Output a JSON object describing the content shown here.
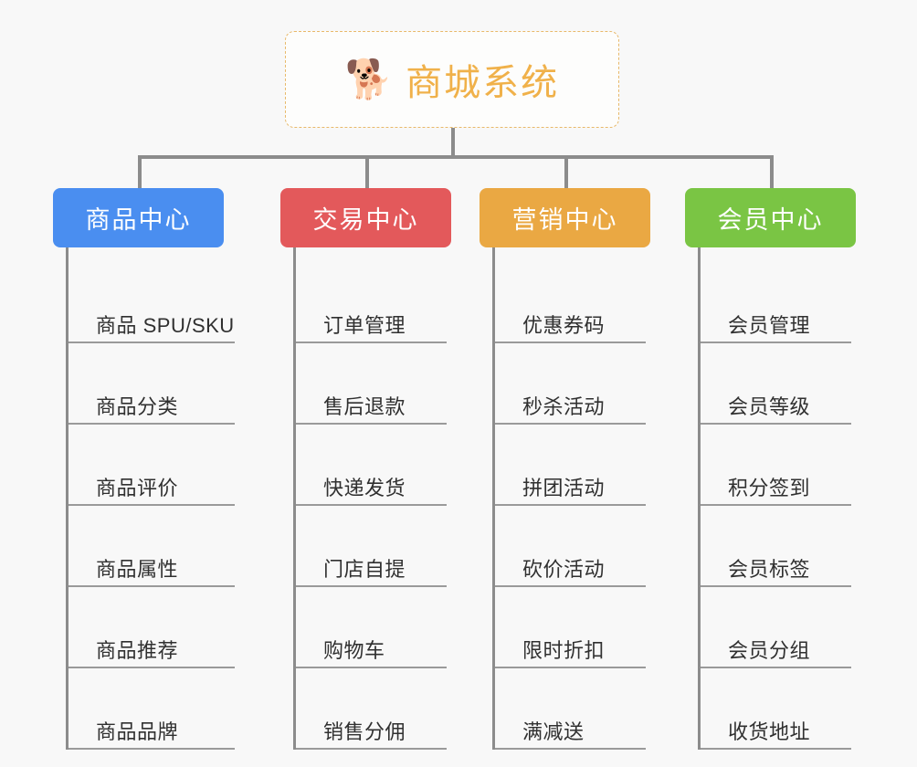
{
  "root": {
    "icon": "shiba-dog-icon",
    "emoji": "🐕",
    "title": "商城系统",
    "accent_color": "#f0b14a",
    "border_color": "#e8b96a"
  },
  "canvas": {
    "background_color": "#f8f8f8",
    "connector_color": "#8c8c8c",
    "leaf_line_color": "#9a9a9a",
    "leaf_text_color": "#303030"
  },
  "categories": [
    {
      "label": "商品中心",
      "color": "#4a8ef0",
      "items": [
        {
          "label": "商品 SPU/SKU"
        },
        {
          "label": "商品分类"
        },
        {
          "label": "商品评价"
        },
        {
          "label": "商品属性"
        },
        {
          "label": "商品推荐"
        },
        {
          "label": "商品品牌"
        }
      ]
    },
    {
      "label": "交易中心",
      "color": "#e3595b",
      "items": [
        {
          "label": "订单管理"
        },
        {
          "label": "售后退款"
        },
        {
          "label": "快递发货"
        },
        {
          "label": "门店自提"
        },
        {
          "label": "购物车"
        },
        {
          "label": "销售分佣"
        }
      ]
    },
    {
      "label": "营销中心",
      "color": "#eaa843",
      "items": [
        {
          "label": "优惠券码"
        },
        {
          "label": "秒杀活动"
        },
        {
          "label": "拼团活动"
        },
        {
          "label": "砍价活动"
        },
        {
          "label": "限时折扣"
        },
        {
          "label": "满减送"
        }
      ]
    },
    {
      "label": "会员中心",
      "color": "#7ac544",
      "items": [
        {
          "label": "会员管理"
        },
        {
          "label": "会员等级"
        },
        {
          "label": "积分签到"
        },
        {
          "label": "会员标签"
        },
        {
          "label": "会员分组"
        },
        {
          "label": "收货地址"
        }
      ]
    }
  ]
}
